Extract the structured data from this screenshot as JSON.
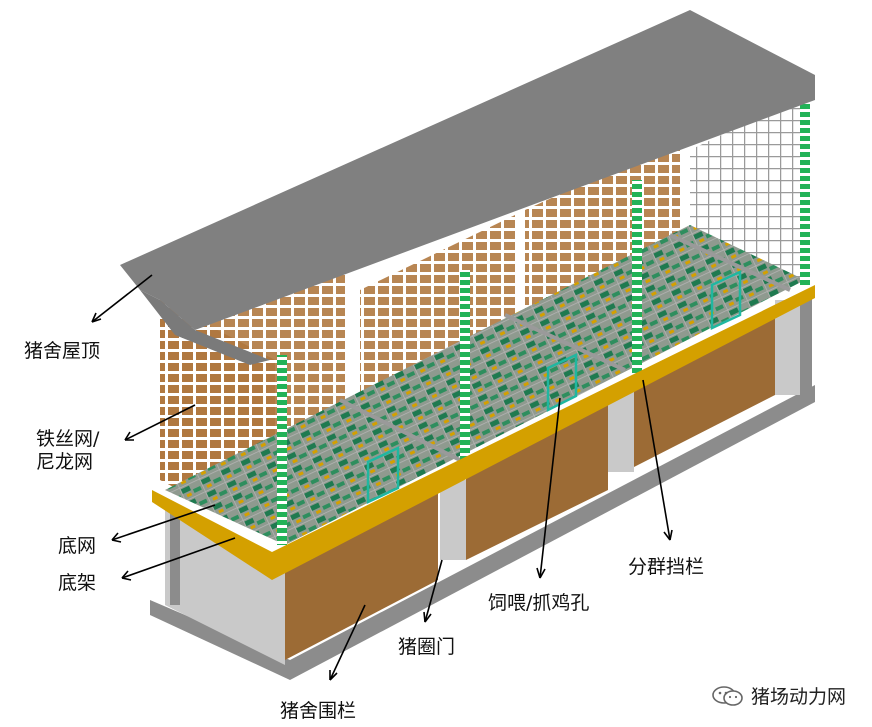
{
  "diagram": {
    "labels": {
      "roof": "猪舍屋顶",
      "wire_mesh_line1": "铁丝网/",
      "wire_mesh_line2": "尼龙网",
      "bottom_net": "底网",
      "bottom_frame": "底架",
      "pen_door": "猪圈门",
      "feeding_hole": "饲喂/抓鸡孔",
      "divider": "分群挡栏",
      "fence": "猪舍围栏"
    },
    "watermark": "猪场动力网",
    "colors": {
      "roof": "#808080",
      "frame": "#8c8c8c",
      "wood_panel": "#9c6b35",
      "mesh_brown": "#b07840",
      "mesh_white": "#e8e8e8",
      "divider_green": "#22b257",
      "rail_yellow": "#d4a000",
      "floor_green": "#1f7a50",
      "feed_hole": "#20b7a0",
      "concrete": "#c9c9c9"
    }
  }
}
